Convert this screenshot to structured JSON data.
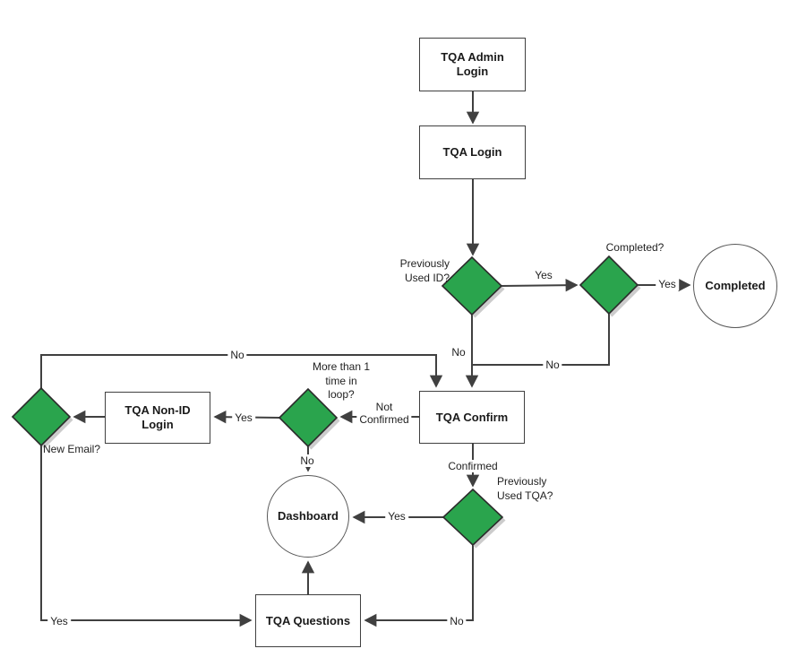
{
  "colors": {
    "line": "#404040",
    "green": "#2aa44d",
    "border": "#2b2b2b",
    "shadow": "#cccccc",
    "text": "#1a1a1a",
    "label": "#1f1f1f",
    "bg": "#ffffff"
  },
  "nodes": {
    "admin_login": {
      "label": "TQA Admin Login",
      "type": "process"
    },
    "tqa_login": {
      "label": "TQA Login",
      "type": "process"
    },
    "tqa_confirm": {
      "label": "TQA Confirm",
      "type": "process"
    },
    "tqa_non_id_login": {
      "label": "TQA Non-ID Login",
      "type": "process"
    },
    "tqa_questions": {
      "label": "TQA Questions",
      "type": "process"
    },
    "completed": {
      "label": "Completed",
      "type": "terminal"
    },
    "dashboard": {
      "label": "Dashboard",
      "type": "terminal"
    }
  },
  "decisions": {
    "previously_used_id": {
      "label": "Previously\nUsed ID?"
    },
    "completed_q": {
      "label": "Completed?"
    },
    "more_than_one_loop": {
      "label": "More than 1\ntime in\nloop?"
    },
    "new_email": {
      "label": "New Email?"
    },
    "previously_used_tqa": {
      "label": "Previously\nUsed TQA?"
    }
  },
  "edge_labels": {
    "id_yes": "Yes",
    "completed_yes": "Yes",
    "id_no": "No",
    "completed_no": "No",
    "not_confirmed": "Not\nConfirmed",
    "loop_yes": "Yes",
    "loop_no": "No",
    "new_email_no": "No",
    "new_email_yes": "Yes",
    "confirmed": "Confirmed",
    "tqa_yes": "Yes",
    "tqa_no": "No"
  }
}
